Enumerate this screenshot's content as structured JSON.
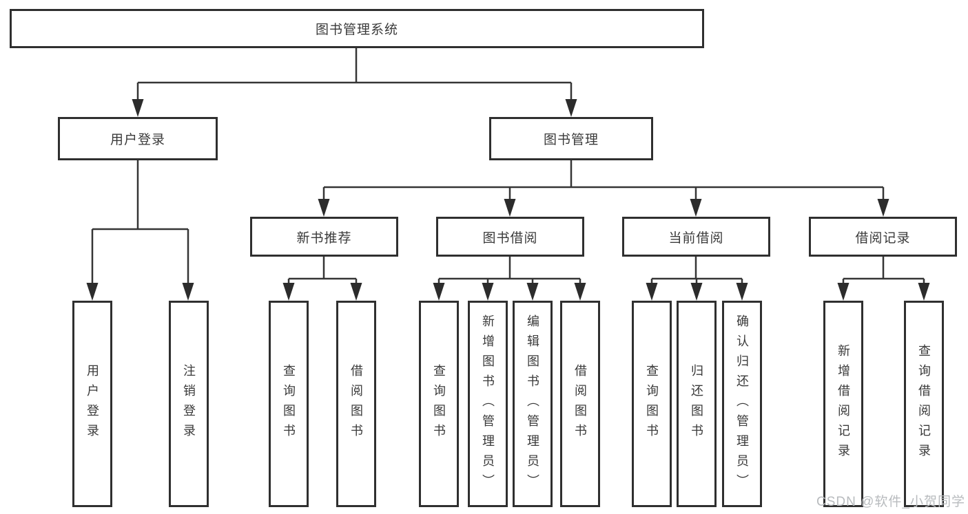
{
  "diagram": {
    "root": {
      "label": "图书管理系统"
    },
    "branches": [
      {
        "label": "用户登录"
      },
      {
        "label": "图书管理"
      }
    ],
    "modules": [
      {
        "label": "新书推荐"
      },
      {
        "label": "图书借阅"
      },
      {
        "label": "当前借阅"
      },
      {
        "label": "借阅记录"
      }
    ],
    "leaves": [
      {
        "label": "用户登录"
      },
      {
        "label": "注销登录"
      },
      {
        "label": "查询图书"
      },
      {
        "label": "借阅图书"
      },
      {
        "label": "查询图书"
      },
      {
        "label": "新增图书（管理员）"
      },
      {
        "label": "编辑图书（管理员）"
      },
      {
        "label": "借阅图书"
      },
      {
        "label": "查询图书"
      },
      {
        "label": "归还图书"
      },
      {
        "label": "确认归还（管理员）"
      },
      {
        "label": "新增借阅记录"
      },
      {
        "label": "查询借阅记录"
      }
    ]
  },
  "watermark": {
    "text": "CSDN @软件_小贺同学"
  },
  "colors": {
    "line": "#353535",
    "arrow": "#2c2c2c",
    "box_border": "#2f2f2f",
    "text": "#3a3a3a",
    "watermark": "#b8bbbe",
    "background": "#ffffff"
  }
}
